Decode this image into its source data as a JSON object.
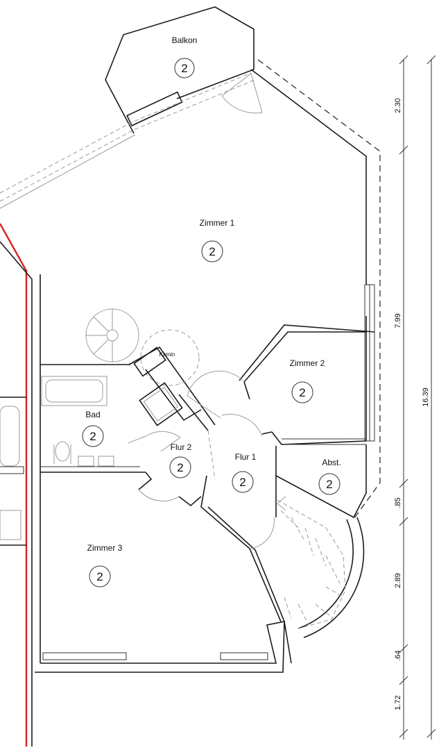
{
  "rooms": [
    {
      "label": "Balkon",
      "badge": "2"
    },
    {
      "label": "Zimmer 1",
      "badge": "2"
    },
    {
      "label": "Zimmer 2",
      "badge": "2"
    },
    {
      "label": "Bad",
      "badge": "2"
    },
    {
      "label": "Flur 2",
      "badge": "2"
    },
    {
      "label": "Flur 1",
      "badge": "2"
    },
    {
      "label": "Abst.",
      "badge": "2"
    },
    {
      "label": "Zimmer 3",
      "badge": "2"
    }
  ],
  "fixtures": {
    "kamin": "Kamin"
  },
  "dimensions": {
    "inner": [
      "2.30",
      "7.99",
      ".85",
      "2.89",
      ".64",
      "1.72"
    ],
    "total": "16.39"
  },
  "colors": {
    "wall": "#1a1a1a",
    "party_wall": "#d82020",
    "furniture": "#9a9a9a"
  }
}
